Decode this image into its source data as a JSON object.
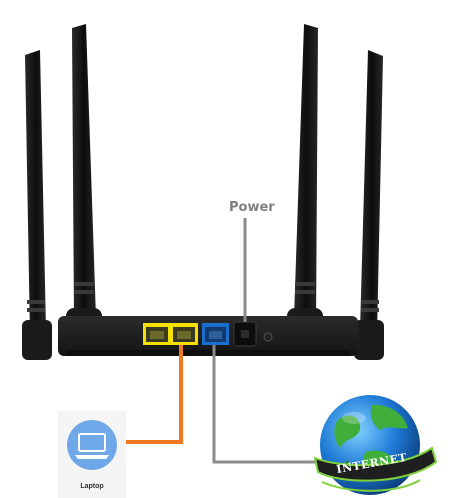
{
  "labels": {
    "power": "Power",
    "laptop": "Laptop",
    "internet": "INTERNET"
  },
  "colors": {
    "router_body": "#1a1a1a",
    "antenna": "#141414",
    "lan_port": "#f5e000",
    "wan_port": "#1b6fd1",
    "laptop_cable": "#f07a22",
    "internet_cable": "#8a8a8a",
    "power_line": "#8a8a8a",
    "laptop_circle": "#6fa8e8",
    "globe_ocean": "#1e7ad6",
    "globe_land": "#3fae3a",
    "ribbon": "#1f1f1f"
  },
  "icons": {
    "laptop": "laptop-icon",
    "internet": "globe-icon"
  }
}
